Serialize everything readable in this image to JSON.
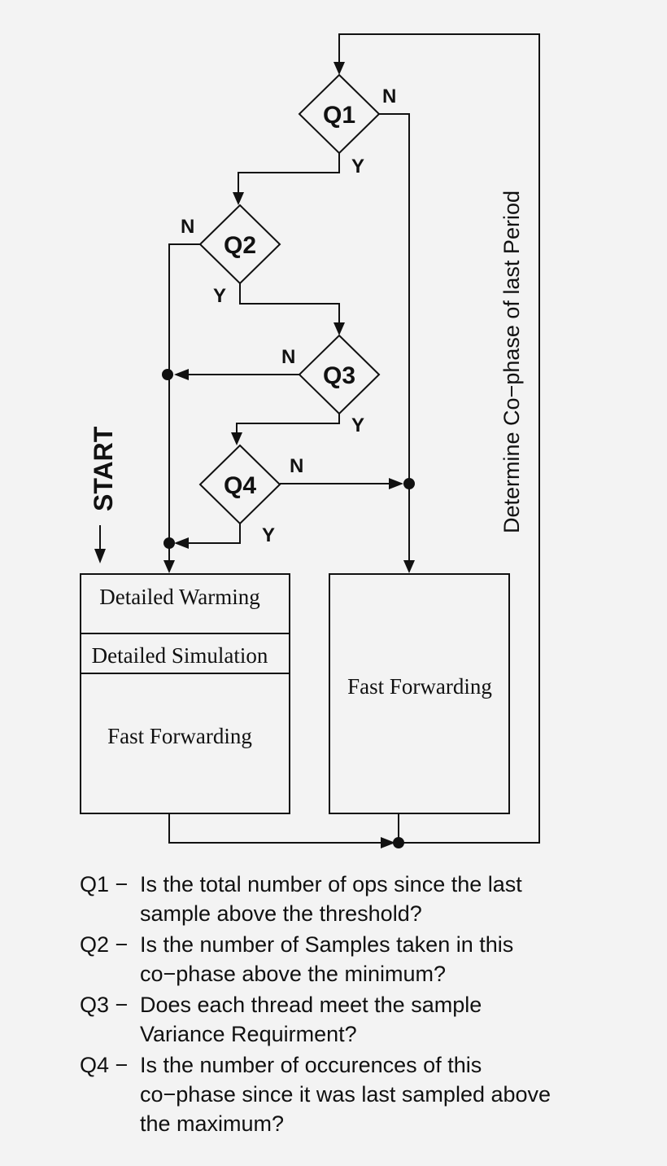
{
  "diagram": {
    "decisions": {
      "q1": "Q1",
      "q2": "Q2",
      "q3": "Q3",
      "q4": "Q4"
    },
    "branch_labels": {
      "yes": "Y",
      "no": "N"
    },
    "start_label": "START",
    "loop_label": "Determine Co−phase of last Period",
    "left_box": {
      "warming": "Detailed Warming",
      "simulation": "Detailed Simulation",
      "fast_forwarding": "Fast Forwarding"
    },
    "right_box": {
      "fast_forwarding": "Fast Forwarding"
    }
  },
  "legend": [
    {
      "key": "Q1 −",
      "lines": [
        "Is the total number of ops since the last",
        "sample above the threshold?"
      ]
    },
    {
      "key": "Q2 −",
      "lines": [
        "Is the number of Samples taken in this",
        "co−phase above the minimum?"
      ]
    },
    {
      "key": "Q3 −",
      "lines": [
        "Does each thread meet the sample",
        "Variance Requirment?"
      ]
    },
    {
      "key": "Q4 −",
      "lines": [
        "Is the number of occurences of this",
        "co−phase since it was last sampled above",
        "the maximum?"
      ]
    }
  ]
}
